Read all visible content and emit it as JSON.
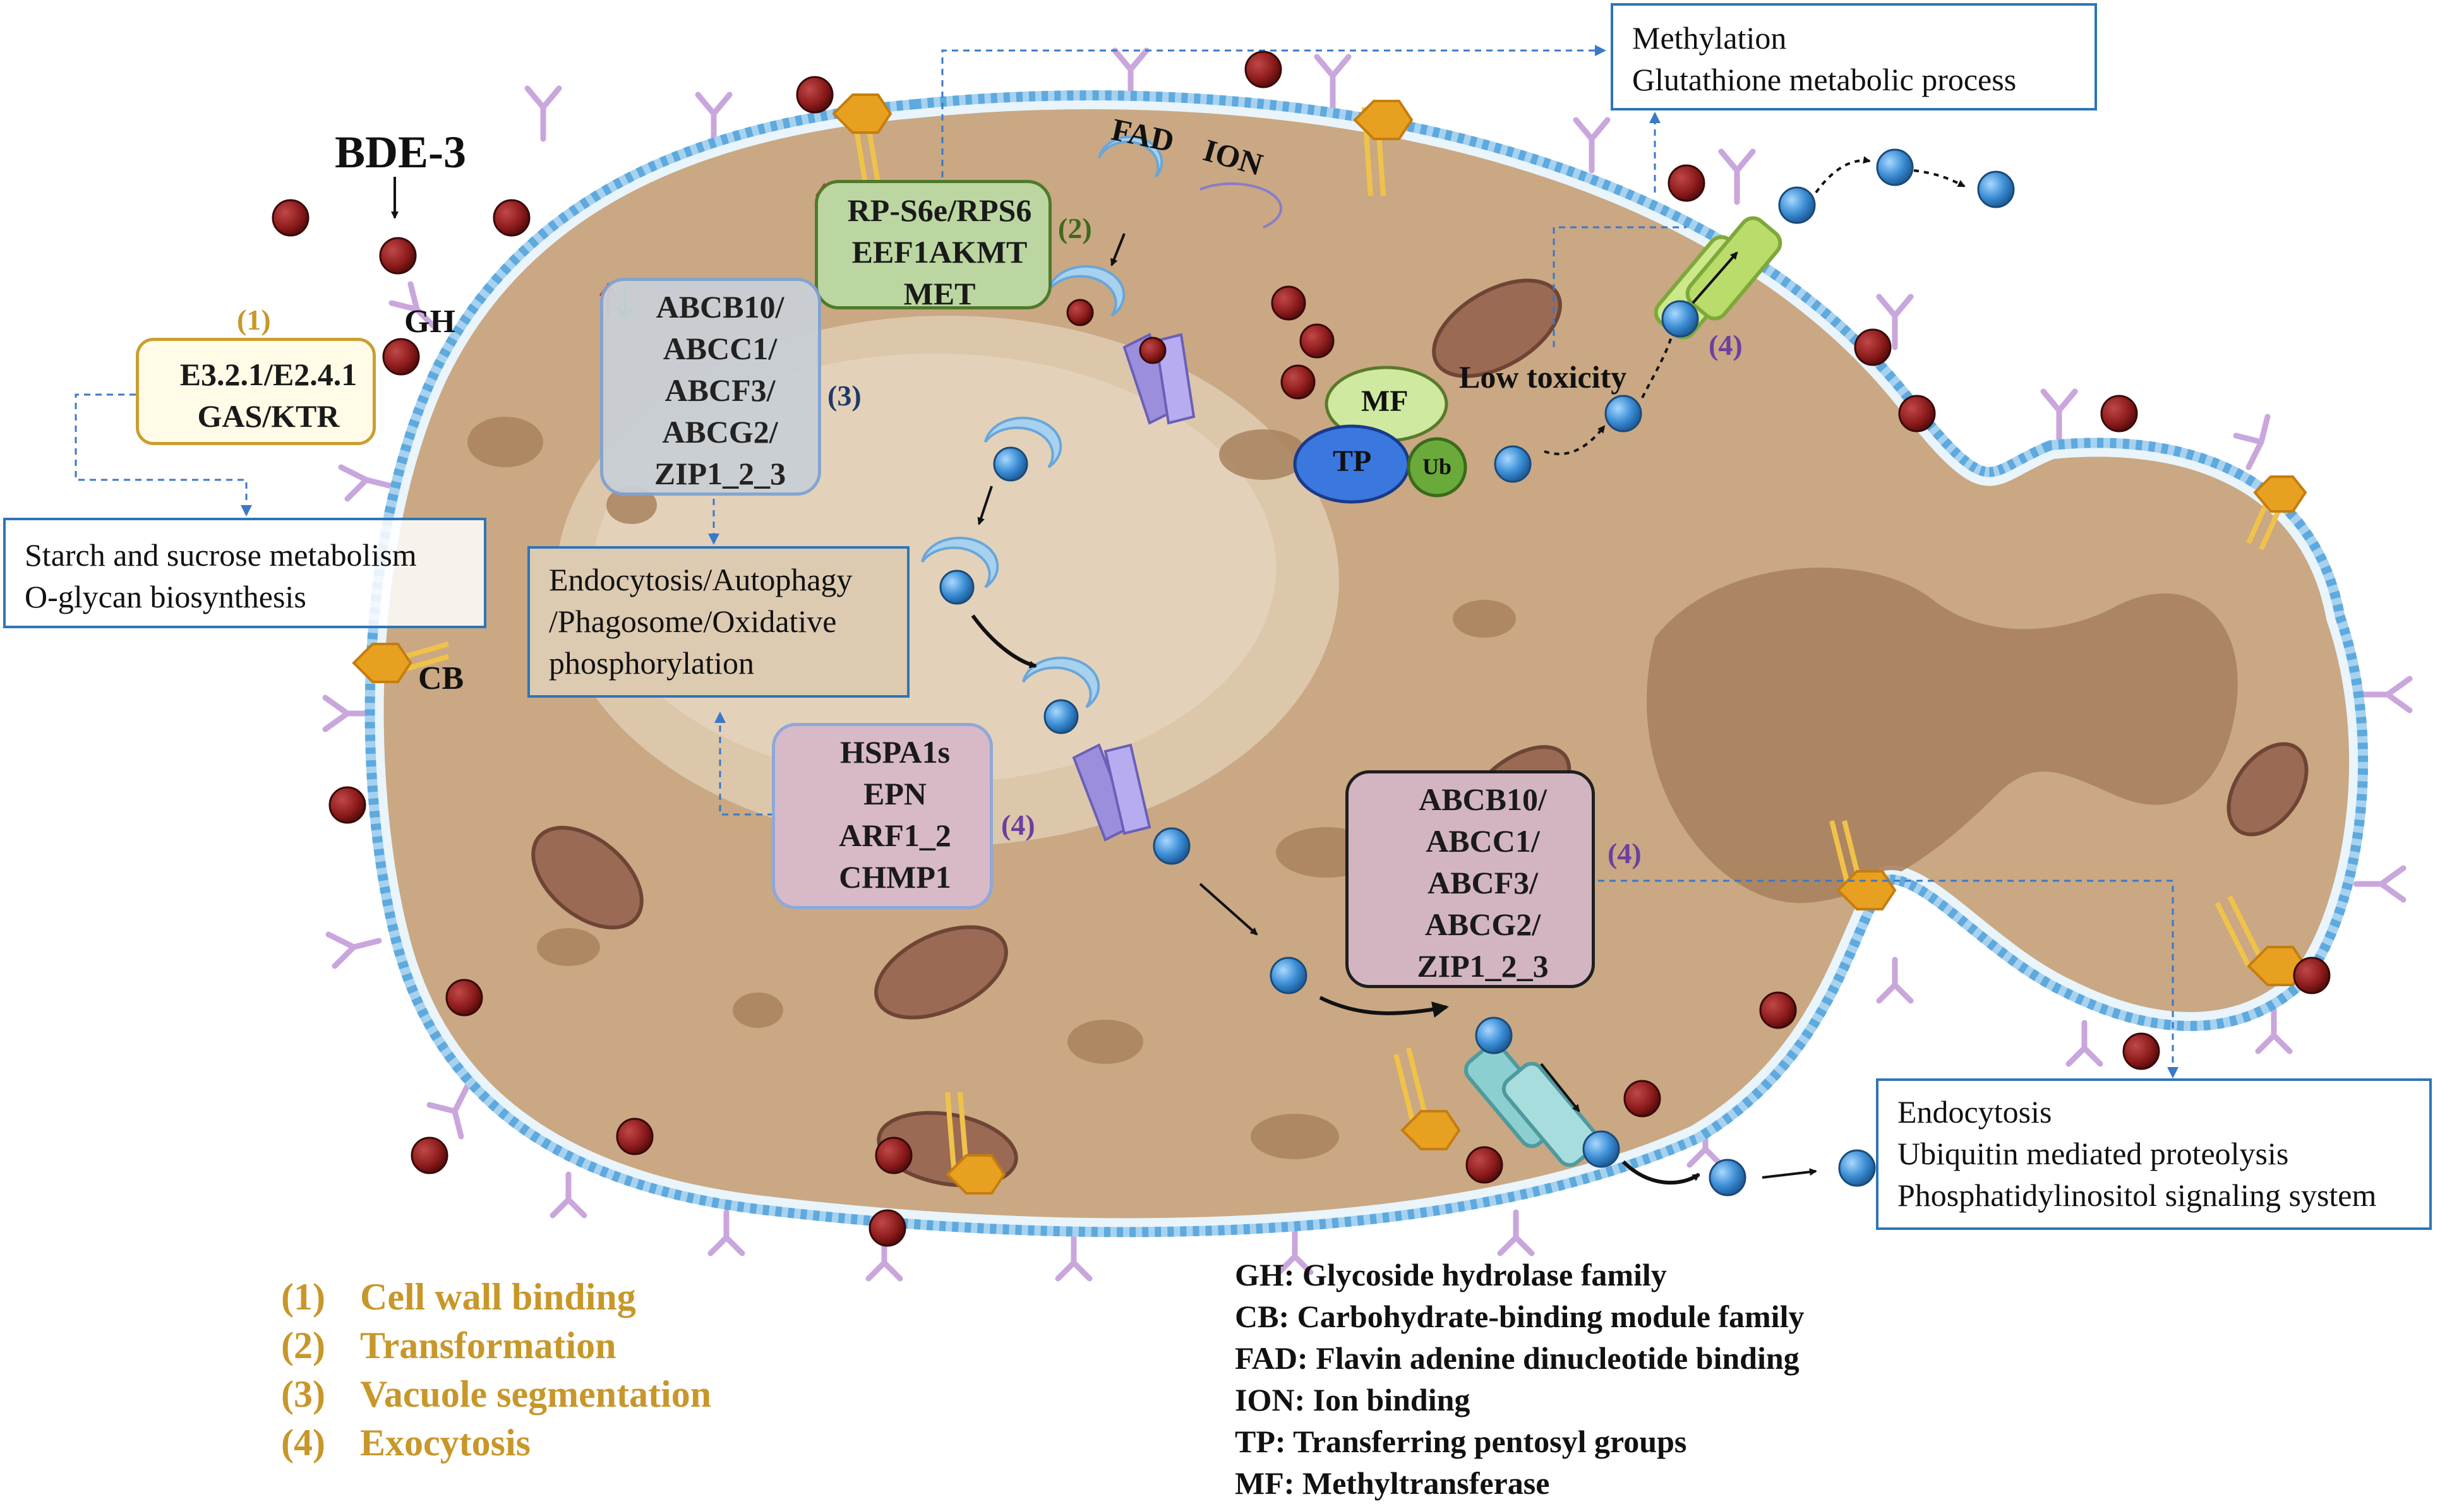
{
  "compound": "BDE-3",
  "membrane_labels": {
    "gh": "GH",
    "cb": "CB",
    "fad": "FAD",
    "ion": "ION"
  },
  "complex": {
    "mf": "MF",
    "tp": "TP",
    "ub": "Ub",
    "low_toxicity": "Low toxicity"
  },
  "process_markers": {
    "p1": "(1)",
    "p2": "(2)",
    "p3": "(3)",
    "p4_top": "(4)",
    "p4_left": "(4)",
    "p4_right": "(4)"
  },
  "gene_boxes": {
    "cell_wall": {
      "lines": [
        "E3.2.1/E2.4.1",
        "GAS/KTR"
      ],
      "border": "#c8a030",
      "fill": "#fffbe6"
    },
    "transformation": {
      "lines": [
        "RP-S6e/RPS6",
        "EEF1AKMT",
        "MET"
      ],
      "border": "#4e7a2a",
      "fill": "#bcd6a2"
    },
    "vacuole": {
      "lines": [
        "ABCB10/",
        "ABCC1/",
        "ABCF3/",
        "ABCG2/",
        "ZIP1_2_3"
      ],
      "border": "#7fa3d0",
      "fill": "#c9cfd6"
    },
    "exocytosis_left": {
      "lines": [
        "HSPA1s",
        "EPN",
        "ARF1_2",
        "CHMP1"
      ],
      "border": "#8ea8d8",
      "fill": "#d7b9c8"
    },
    "exocytosis_right": {
      "lines": [
        "ABCB10/",
        "ABCC1/",
        "ABCF3/",
        "ABCG2/",
        "ZIP1_2_3"
      ],
      "border": "#1f1f1f",
      "fill": "#d3b5c2"
    }
  },
  "pathway_boxes": {
    "top_right": [
      "Methylation",
      "Glutathione metabolic process"
    ],
    "left": [
      "Starch and sucrose metabolism",
      "O-glycan biosynthesis"
    ],
    "center": [
      "Endocytosis/Autophagy",
      "/Phagosome/Oxidative",
      "phosphorylation"
    ],
    "bottom_right": [
      "Endocytosis",
      "Ubiquitin mediated proteolysis",
      "Phosphatidylinositol signaling system"
    ]
  },
  "legend": [
    {
      "num": "(1)",
      "text": "Cell wall binding"
    },
    {
      "num": "(2)",
      "text": "Transformation"
    },
    {
      "num": "(3)",
      "text": "Vacuole segmentation"
    },
    {
      "num": "(4)",
      "text": "Exocytosis"
    }
  ],
  "abbreviations": [
    "GH: Glycoside hydrolase family",
    "CB: Carbohydrate-binding module family",
    "FAD: Flavin adenine dinucleotide binding",
    "ION: Ion binding",
    "TP: Transferring pentosyl groups",
    "MF: Methyltransferase"
  ],
  "colors": {
    "cytoplasm": "#c9a883",
    "membrane": "#8fc3e6",
    "vacuole": "#dfcdb3",
    "bde3_particle": "#8b1a1a",
    "metabolite": "#3d8fd6",
    "legend_text": "#c8972a",
    "process_purple": "#6b3fa0",
    "up_arrow": "#e02020",
    "down_arrow": "#1aa04a",
    "pathway_border": "#2e75b6"
  }
}
